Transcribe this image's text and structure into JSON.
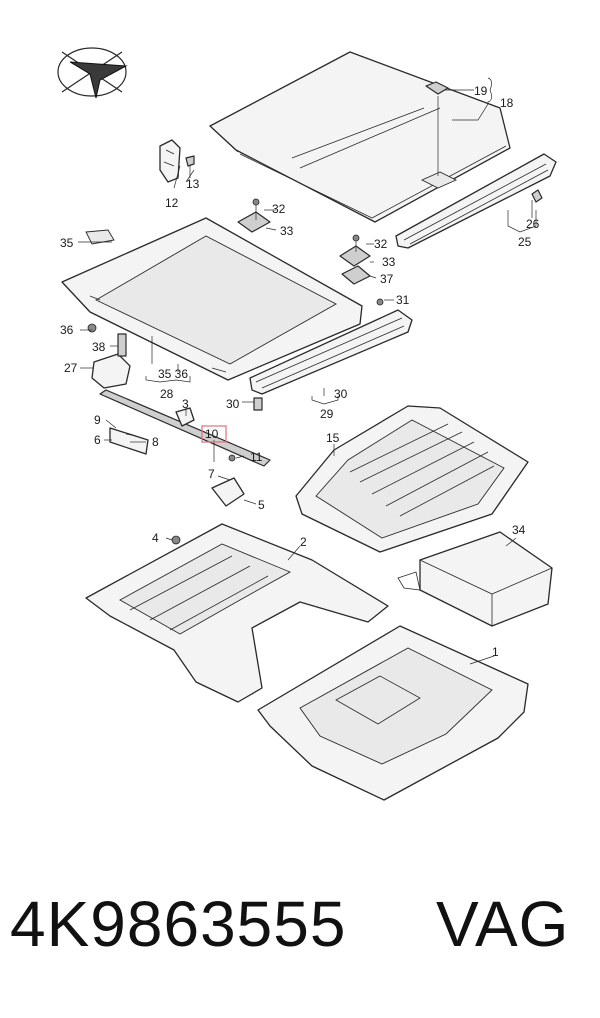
{
  "diagram": {
    "callouts": {
      "c1": "1",
      "c2": "2",
      "c3": "3",
      "c4": "4",
      "c5": "5",
      "c6": "6",
      "c7": "7",
      "c8": "8",
      "c9": "9",
      "c10": "10",
      "c11": "11",
      "c12": "12",
      "c13": "13",
      "c15": "15",
      "c18": "18",
      "c19": "19",
      "c25": "25",
      "c26": "26",
      "c27": "27",
      "c28": "28",
      "c29": "29",
      "c30a": "30",
      "c30b": "30",
      "c31": "31",
      "c32a": "32",
      "c32b": "32",
      "c33a": "33",
      "c33b": "33",
      "c34": "34",
      "c35": "35",
      "c3536": "35 36",
      "c36": "36",
      "c37": "37",
      "c38": "38"
    },
    "highlighted_part": "10",
    "icons": [
      "orientation-arrow-icon"
    ]
  },
  "footer": {
    "part_number": "4K9863555",
    "brand": "VAG"
  }
}
